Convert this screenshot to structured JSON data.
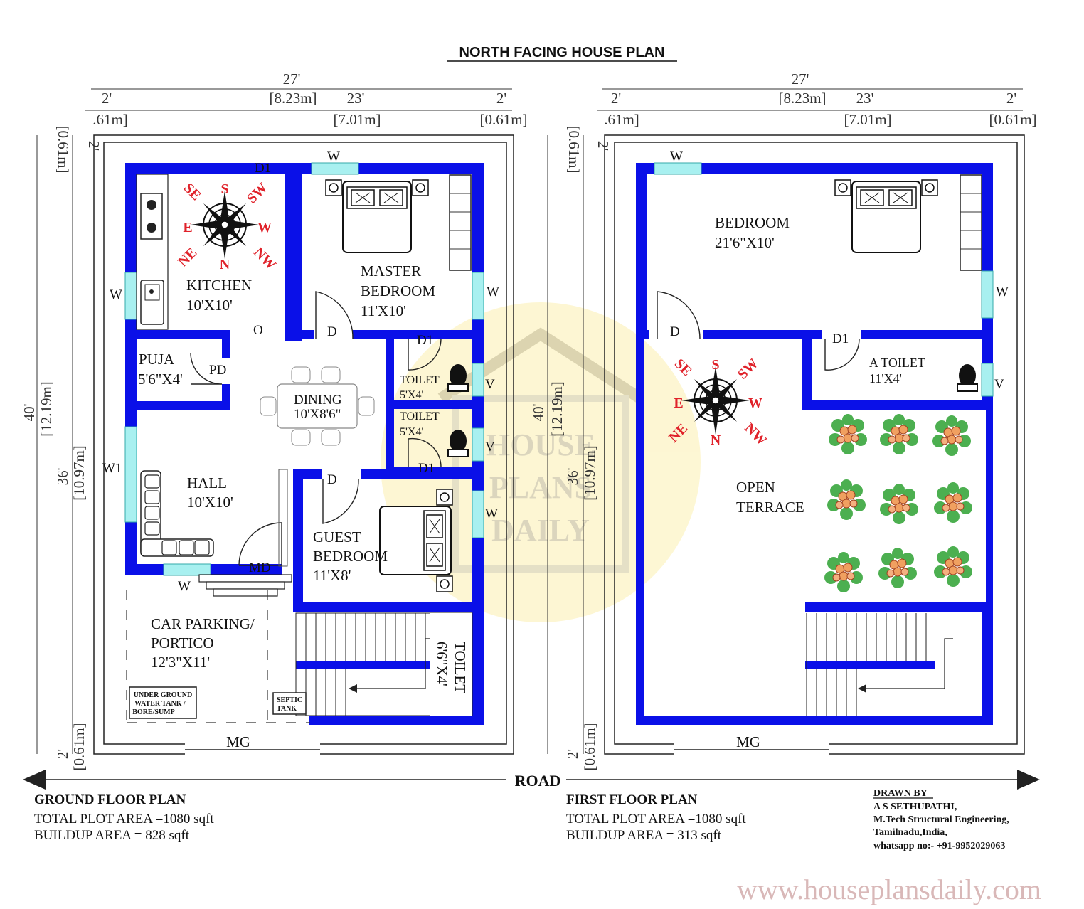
{
  "title": "NORTH FACING HOUSE PLAN",
  "dimensions": {
    "width_ft": "27'",
    "width_m": "[8.23m]",
    "setback_ft": "2'",
    "setback_m": "[0.61m]",
    "setback_m_cut": ".61m]",
    "inner_ft": "23'",
    "inner_m": "[7.01m]",
    "length_ft": "40'",
    "length_m": "[12.19m]",
    "inner_len_ft": "36'",
    "inner_len_m": "[10.97m]"
  },
  "compass": {
    "n": "N",
    "s": "S",
    "e": "E",
    "w": "W",
    "ne": "NE",
    "nw": "NW",
    "se": "SE",
    "sw": "SW"
  },
  "ground": {
    "kitchen": "KITCHEN",
    "kitchen_size": "10'X10'",
    "master1": "MASTER",
    "master2": "BEDROOM",
    "master_size": "11'X10'",
    "puja": "PUJA",
    "puja_size": "5'6\"X4'",
    "dining": "DINING",
    "dining_size": "10'X8'6\"",
    "toilet": "TOILET",
    "toilet_size": "5'X4'",
    "hall": "HALL",
    "hall_size": "10'X10'",
    "guest1": "GUEST",
    "guest2": "BEDROOM",
    "guest_size": "11'X8'",
    "parking1": "CAR PARKING/",
    "parking2": "PORTICO",
    "parking_size": "12'3\"X11'",
    "toilet_stair": "TOILET",
    "toilet_stair_size": "6'6\"X4'",
    "tank1": "UNDER GROUND",
    "tank2": "WATER TANK /",
    "tank3": "BORE/SUMP",
    "septic1": "SEPTIC",
    "septic2": "TANK",
    "d1": "D1",
    "w": "W",
    "o": "O",
    "d": "D",
    "pd": "PD",
    "v": "V",
    "w1": "W1",
    "md": "MD",
    "mg": "MG",
    "plan_title": "GROUND FLOOR PLAN",
    "plot_area": "TOTAL PLOT AREA =1080 sqft",
    "buildup": "BUILDUP AREA = 828 sqft"
  },
  "first": {
    "bedroom": "BEDROOM",
    "bedroom_size": "21'6\"X10'",
    "atoilet": "A TOILET",
    "atoilet_size": "11'X4'",
    "terrace1": "OPEN",
    "terrace2": "TERRACE",
    "plan_title": "FIRST FLOOR PLAN",
    "plot_area": "TOTAL PLOT AREA =1080 sqft",
    "buildup": "BUILDUP AREA = 313 sqft"
  },
  "road": "ROAD",
  "credits": {
    "drawn_by": "DRAWN BY",
    "name": "A S SETHUPATHI,",
    "degree": "M.Tech Structural Engineering,",
    "place": "Tamilnadu,India,",
    "whatsapp": "whatsapp no:- +91-9952029063"
  },
  "watermark": {
    "l1": "HOUSE",
    "l2": "PLANS",
    "l3": "DAILY"
  },
  "website": "www.houseplansdaily.com",
  "colors": {
    "wall": "#0a10e8",
    "window": "#a8f0f0",
    "compass_text": "#e0222a",
    "watermark": "#fdf6cf"
  }
}
